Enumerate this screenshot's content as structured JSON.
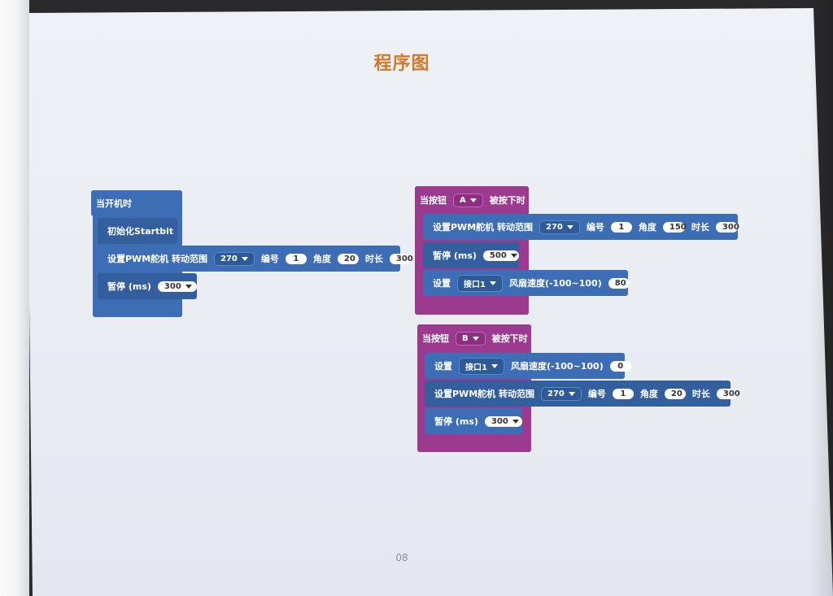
{
  "page": {
    "title": "程序图",
    "page_number": "08"
  },
  "colors": {
    "title": "#cf7a2b",
    "block_blue": "#3d6db4",
    "block_purple": "#9b3a8f"
  },
  "on_start": {
    "hat": "当开机时",
    "init": "初始化Startbit",
    "servo": {
      "label": "设置PWM舵机 转动范围",
      "range": "270",
      "id_label": "编号",
      "id": "1",
      "angle_label": "角度",
      "angle": "20",
      "dur_label": "时长",
      "dur": "300"
    },
    "pause": {
      "label": "暂停 (ms)",
      "value": "300"
    }
  },
  "button_a": {
    "hat_prefix": "当按钮",
    "button": "A",
    "hat_suffix": "被按下时",
    "servo": {
      "label": "设置PWM舵机 转动范围",
      "range": "270",
      "id_label": "编号",
      "id": "1",
      "angle_label": "角度",
      "angle": "150",
      "dur_label": "时长",
      "dur": "300"
    },
    "pause": {
      "label": "暂停 (ms)",
      "value": "500"
    },
    "fan": {
      "label": "设置",
      "port": "接口1",
      "speed_label": "风扇速度(-100~100)",
      "speed": "80"
    }
  },
  "button_b": {
    "hat_prefix": "当按钮",
    "button": "B",
    "hat_suffix": "被按下时",
    "fan": {
      "label": "设置",
      "port": "接口1",
      "speed_label": "风扇速度(-100~100)",
      "speed": "0"
    },
    "servo": {
      "label": "设置PWM舵机 转动范围",
      "range": "270",
      "id_label": "编号",
      "id": "1",
      "angle_label": "角度",
      "angle": "20",
      "dur_label": "时长",
      "dur": "300"
    },
    "pause": {
      "label": "暂停 (ms)",
      "value": "300"
    }
  }
}
